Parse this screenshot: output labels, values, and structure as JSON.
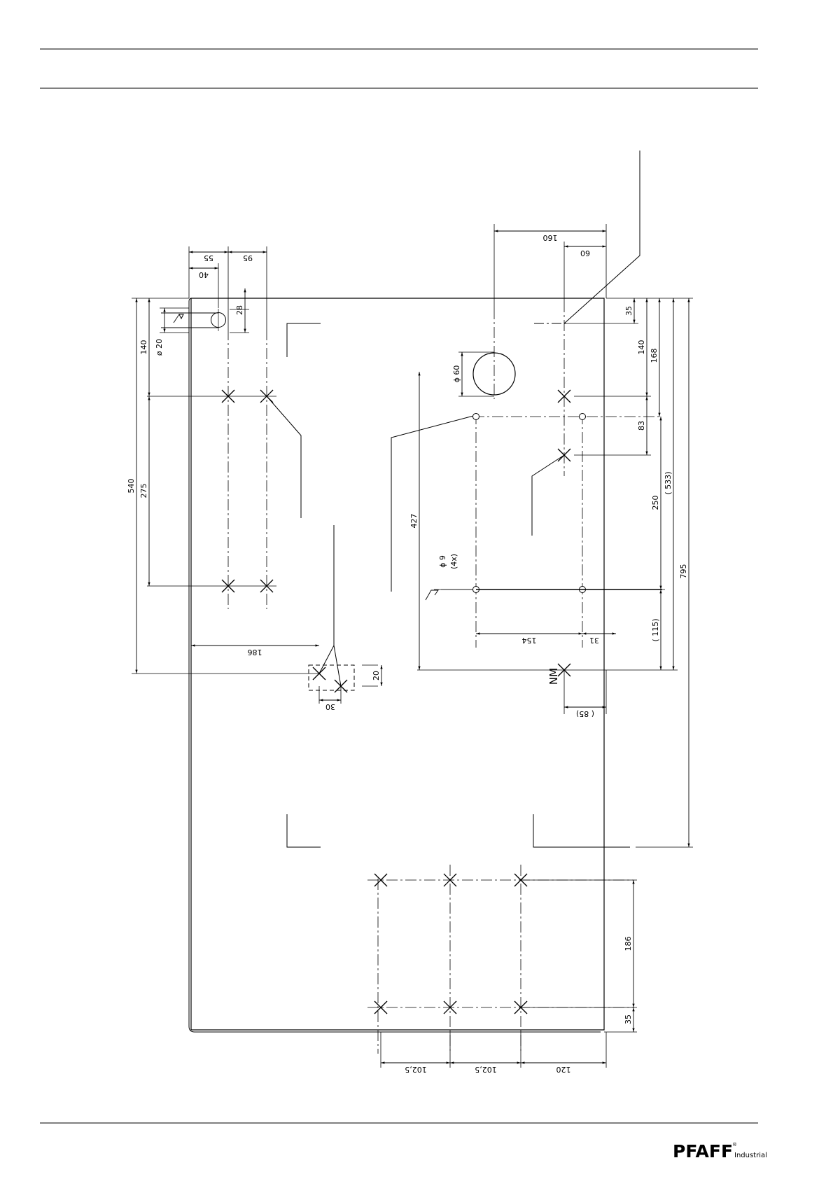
{
  "dimensions": {
    "d55": "55",
    "d95": "95",
    "d40": "40",
    "d28": "28",
    "d140_left": "140",
    "d20_dia": "ø 20",
    "d540": "540",
    "d275": "275",
    "d186_mid": "186",
    "d20_small": "20",
    "d30": "30",
    "d160": "160",
    "d60_top": "60",
    "d60_dia": "ϕ 60",
    "d427": "427",
    "d9_dia": "ϕ 9",
    "d4x": "(4x)",
    "d154": "154",
    "d31": "31",
    "d35_top": "35",
    "d140_right": "140",
    "d168": "168",
    "d83": "83",
    "d250": "250",
    "d533": "( 533)",
    "d115": "( 115)",
    "d795": "795",
    "d85": "( 85)",
    "d186_bottom": "186",
    "d35_bottom": "35",
    "d102_5_a": "102,5",
    "d102_5_b": "102,5",
    "d120": "120"
  },
  "labels": {
    "nm": "NM"
  },
  "footer": {
    "brand": "PFAFF",
    "brand_reg": "®",
    "brand_sub": "Industrial"
  }
}
